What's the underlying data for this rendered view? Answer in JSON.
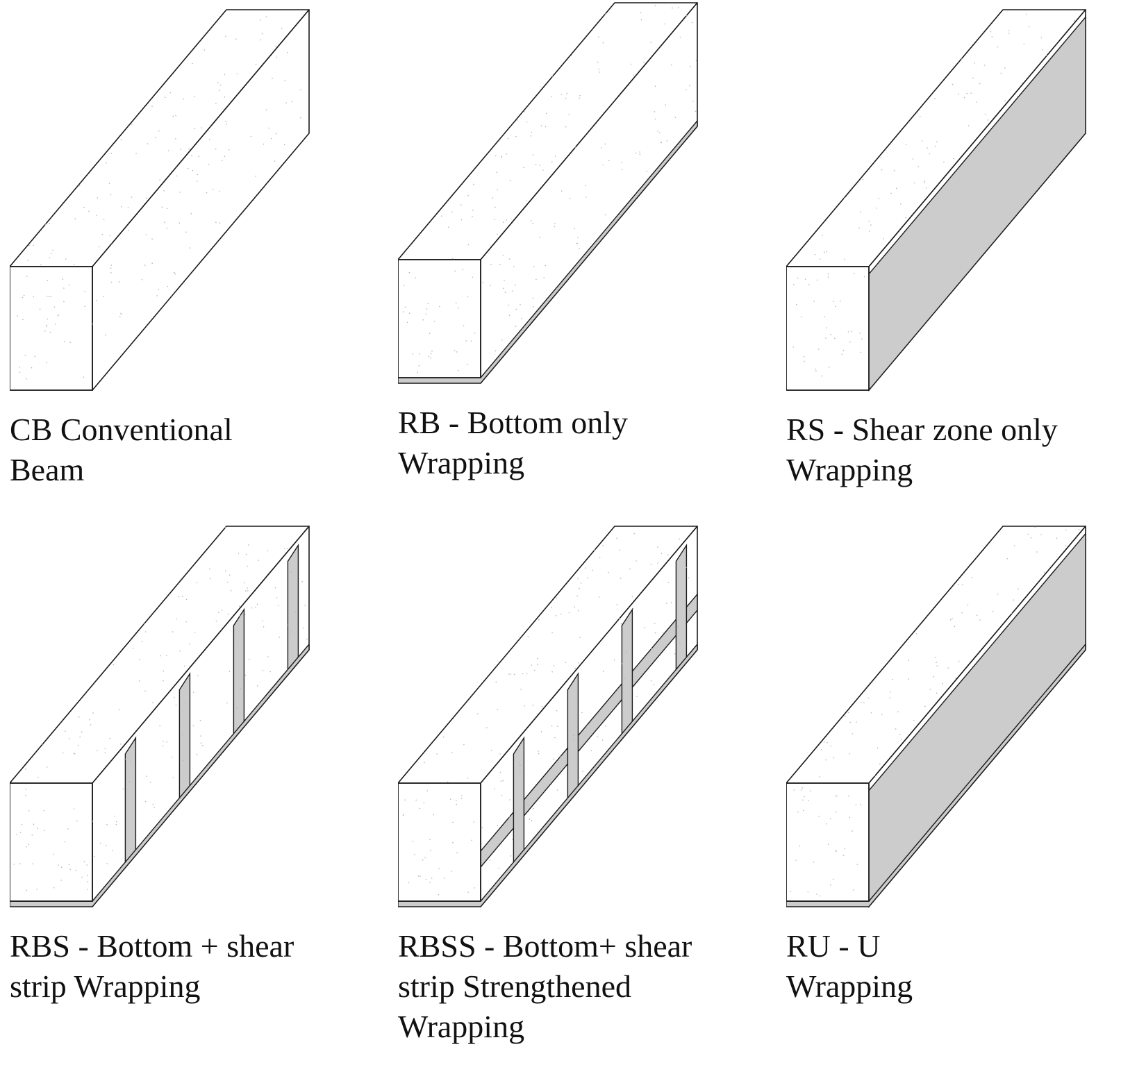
{
  "colors": {
    "concrete": "#ffffff",
    "outline": "#1a1a1a",
    "frp_wrap": "#cccccc",
    "speckle": "#b5b5b5"
  },
  "beams": [
    {
      "code": "CB",
      "wrap": "none",
      "caption": [
        "CB Conventional",
        "Beam"
      ]
    },
    {
      "code": "RB",
      "wrap": "bottom",
      "caption": [
        "RB - Bottom only",
        "Wrapping"
      ]
    },
    {
      "code": "RS",
      "wrap": "side",
      "caption": [
        "RS - Shear zone only",
        "Wrapping"
      ]
    },
    {
      "code": "RBS",
      "wrap": "bottom+vertical-strips",
      "caption": [
        "RBS - Bottom + shear",
        "strip Wrapping"
      ]
    },
    {
      "code": "RBSS",
      "wrap": "bottom+grid-strips",
      "caption": [
        "RBSS - Bottom+ shear",
        "strip Strengthened",
        "Wrapping"
      ]
    },
    {
      "code": "RU",
      "wrap": "bottom+side",
      "caption": [
        "RU - U",
        "Wrapping"
      ]
    }
  ]
}
